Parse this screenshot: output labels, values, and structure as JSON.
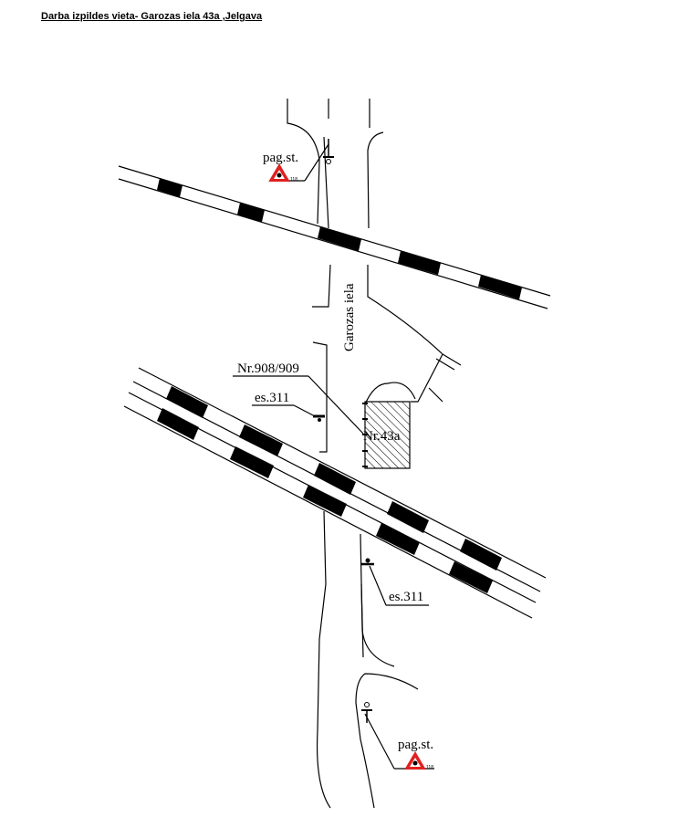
{
  "title": "Darba izpildes vieta- Garozas  iela 43a  ,Jelgava",
  "labels": {
    "street": "Garozas  iela",
    "stop_top": "pag.st.",
    "stop_bottom": "pag.st.",
    "sign_number_top": "118",
    "sign_number_bottom": "118",
    "crossing": "Nr.908/909",
    "pole_top": "es.311",
    "pole_bottom": "es.311",
    "building": "Nr.43a"
  },
  "colors": {
    "sign_red": "#e02020",
    "line": "#000000"
  }
}
